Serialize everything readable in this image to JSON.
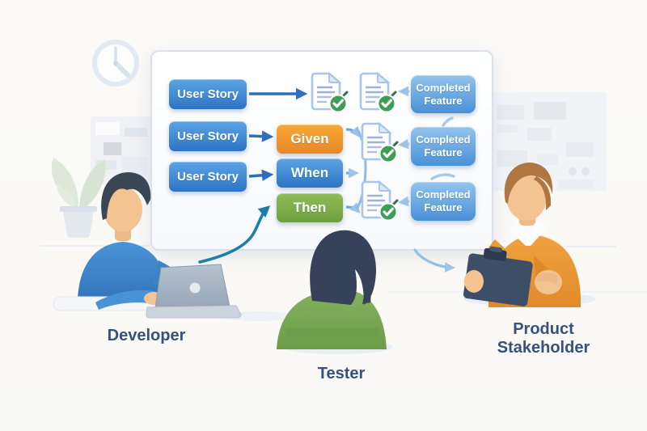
{
  "whiteboard": {
    "user_story_labels": [
      "User Story",
      "User Story",
      "User Story"
    ],
    "steps": [
      {
        "label": "Given",
        "color": "#f0962e"
      },
      {
        "label": "When",
        "color": "#4390d6"
      },
      {
        "label": "Then",
        "color": "#7cab47"
      }
    ],
    "completed_feature_labels": [
      "Completed Feature",
      "Completed Feature",
      "Completed Feature"
    ]
  },
  "roles": {
    "developer": "Developer",
    "tester": "Tester",
    "stakeholder": "Product Stakeholder"
  },
  "colors": {
    "user_story_blue": "#3b83cc",
    "completed_feature_blue": "#5f9fdd",
    "given_orange": "#f0962e",
    "when_blue": "#4390d6",
    "then_green": "#7cab47",
    "arrow_dark_blue": "#2b6fbe",
    "arrow_light_blue": "#9cc3e8",
    "arrow_teal": "#1d7fa9",
    "check_green": "#3d9e56",
    "label_text": "#35517c"
  }
}
